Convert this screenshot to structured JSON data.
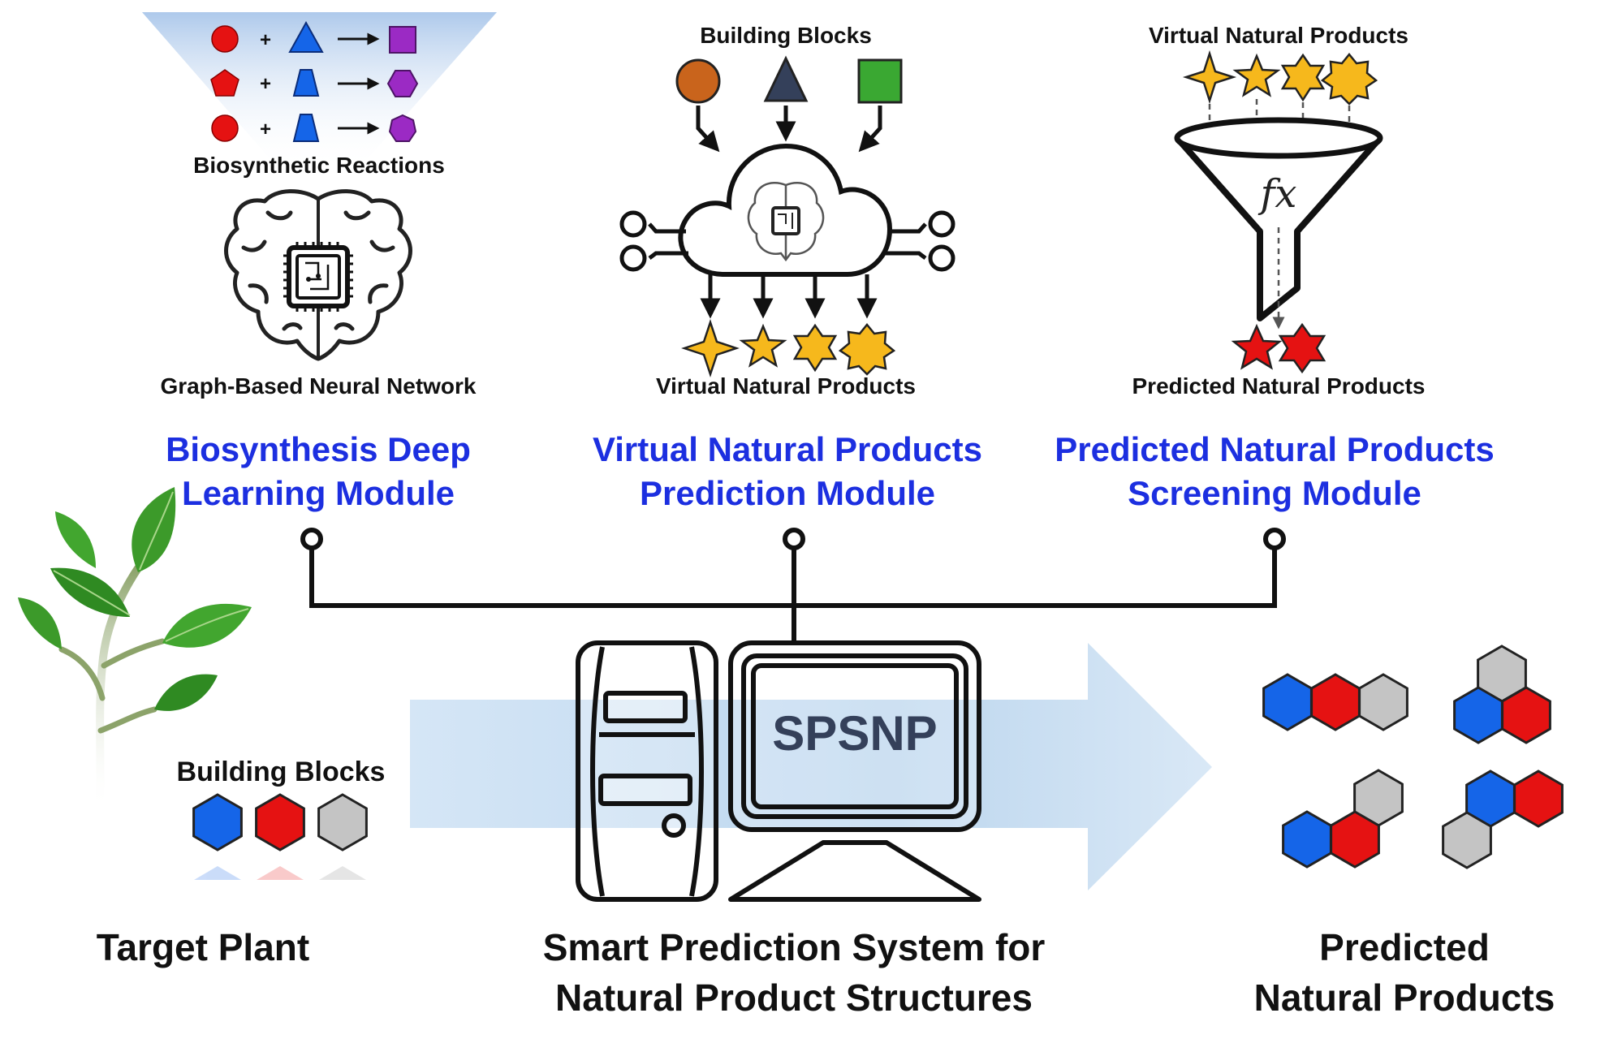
{
  "modules": {
    "biosynthesis": {
      "reactions_label": "Biosynthetic Reactions",
      "network_label": "Graph-Based Neural Network",
      "title_line1": "Biosynthesis Deep",
      "title_line2": "Learning Module"
    },
    "prediction": {
      "inputs_label": "Building Blocks",
      "outputs_label": "Virtual Natural Products",
      "title_line1": "Virtual Natural Products",
      "title_line2": "Prediction Module"
    },
    "screening": {
      "inputs_label": "Virtual Natural Products",
      "function_symbol": "fx",
      "outputs_label": "Predicted Natural Products",
      "title_line1": "Predicted Natural Products",
      "title_line2": "Screening Module"
    }
  },
  "plant": {
    "blocks_label": "Building Blocks",
    "title": "Target Plant"
  },
  "system": {
    "screen_text": "SPSNP",
    "title_line1": "Smart Prediction System for",
    "title_line2": "Natural Product Structures"
  },
  "output": {
    "title_line1": "Predicted",
    "title_line2": "Natural Products"
  },
  "colors": {
    "blue_label": "#1c2fe0",
    "red": "#e51212",
    "blue": "#1565e8",
    "grey": "#c4c4c4",
    "purple": "#9b2ac4",
    "gold": "#f6b81c",
    "orange": "#c9641c",
    "navy": "#34405a",
    "green": "#3aa832",
    "arrow_blue": "#bcd6ee"
  }
}
